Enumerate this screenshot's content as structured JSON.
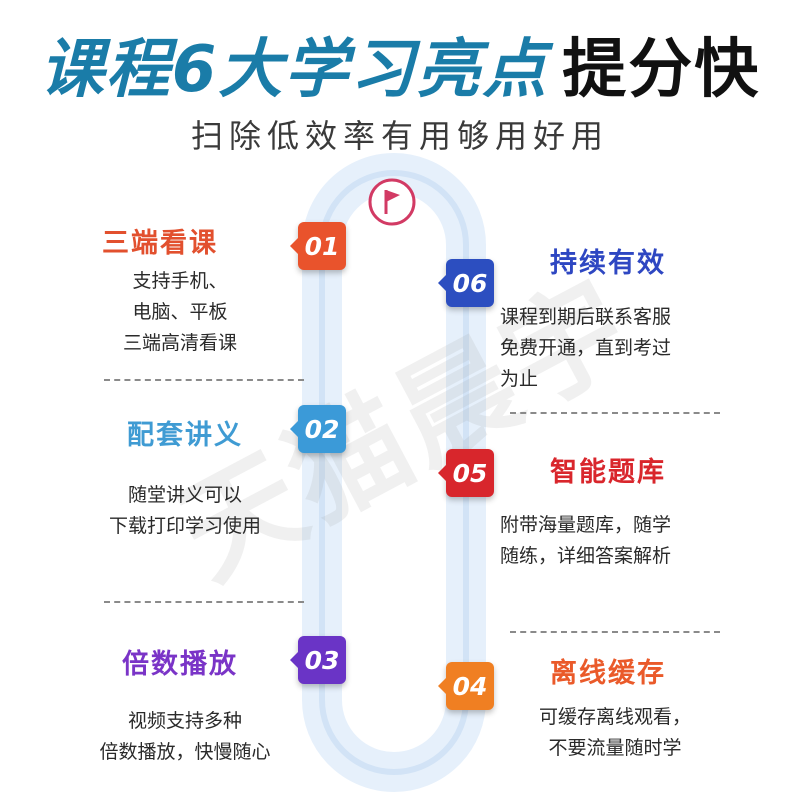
{
  "header": {
    "title_main": "课程6大学习亮点",
    "title_accent": "提分快",
    "subtitle": "扫除低效率有用够用好用"
  },
  "watermark": "天猫晨宇",
  "features": [
    {
      "number": "01",
      "title": "三端看课",
      "lines": [
        "支持手机、",
        "电脑、平板",
        "三端高清看课"
      ],
      "color": "#e9532c",
      "title_color": "#e2502e"
    },
    {
      "number": "02",
      "title": "配套讲义",
      "lines": [
        "随堂讲义可以",
        "下载打印学习使用"
      ],
      "color": "#3b9ad8",
      "title_color": "#3f9bd3"
    },
    {
      "number": "03",
      "title": "倍数播放",
      "lines": [
        "视频支持多种",
        "倍数播放，快慢随心"
      ],
      "color": "#6a34c6",
      "title_color": "#7a34c7"
    },
    {
      "number": "04",
      "title": "离线缓存",
      "lines": [
        "可缓存离线观看，",
        "不要流量随时学"
      ],
      "color": "#f07f22",
      "title_color": "#ea5a2a"
    },
    {
      "number": "05",
      "title": "智能题库",
      "lines": [
        "附带海量题库，随学",
        "随练，详细答案解析"
      ],
      "color": "#d8262c",
      "title_color": "#d9262c"
    },
    {
      "number": "06",
      "title": "持续有效",
      "lines": [
        "课程到期后联系客服",
        "免费开通，直到考过",
        "为止"
      ],
      "color": "#2c4ec0",
      "title_color": "#2e47c2"
    }
  ],
  "icons": {
    "flag": "flag-icon"
  }
}
